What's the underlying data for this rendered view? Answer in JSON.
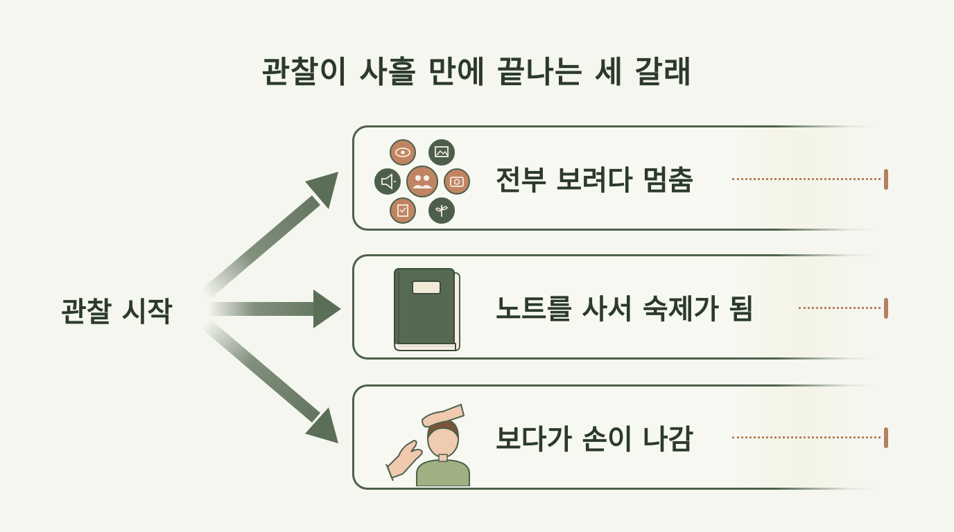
{
  "title": "관찰이 사흘 만에 끝나는 세 갈래",
  "start": {
    "label": "관찰 시작"
  },
  "branches": [
    {
      "label": "전부 보려다 멈춤",
      "icon": "category-circles-icon"
    },
    {
      "label": "노트를 사서 숙제가 됨",
      "icon": "notebook-icon"
    },
    {
      "label": "보다가 손이 나감",
      "icon": "hand-reaching-child-icon"
    }
  ],
  "colors": {
    "background": "#f5f6ef",
    "accent_green": "#4d5f4b",
    "accent_copper": "#b3805e",
    "text": "#2b3a2b"
  }
}
